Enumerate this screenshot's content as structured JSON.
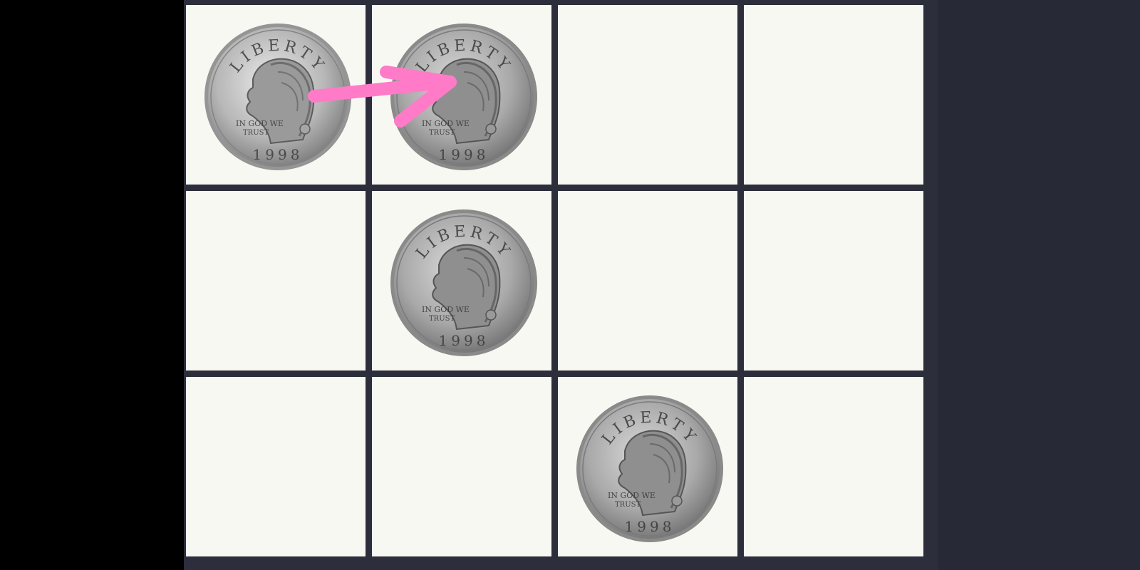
{
  "board": {
    "rows": 3,
    "cols": 4,
    "coins": [
      {
        "row": 0,
        "col": 0,
        "state": "selected",
        "motto": "LIBERTY",
        "inscription_l1": "IN GOD WE",
        "inscription_l2": "TRUST",
        "year": "1998",
        "icon": "quarter-coin-icon"
      },
      {
        "row": 0,
        "col": 1,
        "state": "normal",
        "motto": "LIBERTY",
        "inscription_l1": "IN GOD WE",
        "inscription_l2": "TRUST",
        "year": "1998",
        "icon": "quarter-coin-icon"
      },
      {
        "row": 1,
        "col": 1,
        "state": "normal",
        "motto": "LIBERTY",
        "inscription_l1": "IN GOD WE",
        "inscription_l2": "TRUST",
        "year": "1998",
        "icon": "quarter-coin-icon"
      },
      {
        "row": 2,
        "col": 2,
        "state": "normal",
        "motto": "LIBERTY",
        "inscription_l1": "IN GOD WE",
        "inscription_l2": "TRUST",
        "year": "1998",
        "icon": "quarter-coin-icon"
      }
    ],
    "move_arrow": {
      "from": {
        "row": 0,
        "col": 0
      },
      "to": {
        "row": 0,
        "col": 1
      },
      "color": "#ff7bc8"
    }
  },
  "colors": {
    "board_grid": "#2c2e3b",
    "cell": "#f8f8f3",
    "left_margin": "#000000",
    "right_margin": "#272936"
  }
}
